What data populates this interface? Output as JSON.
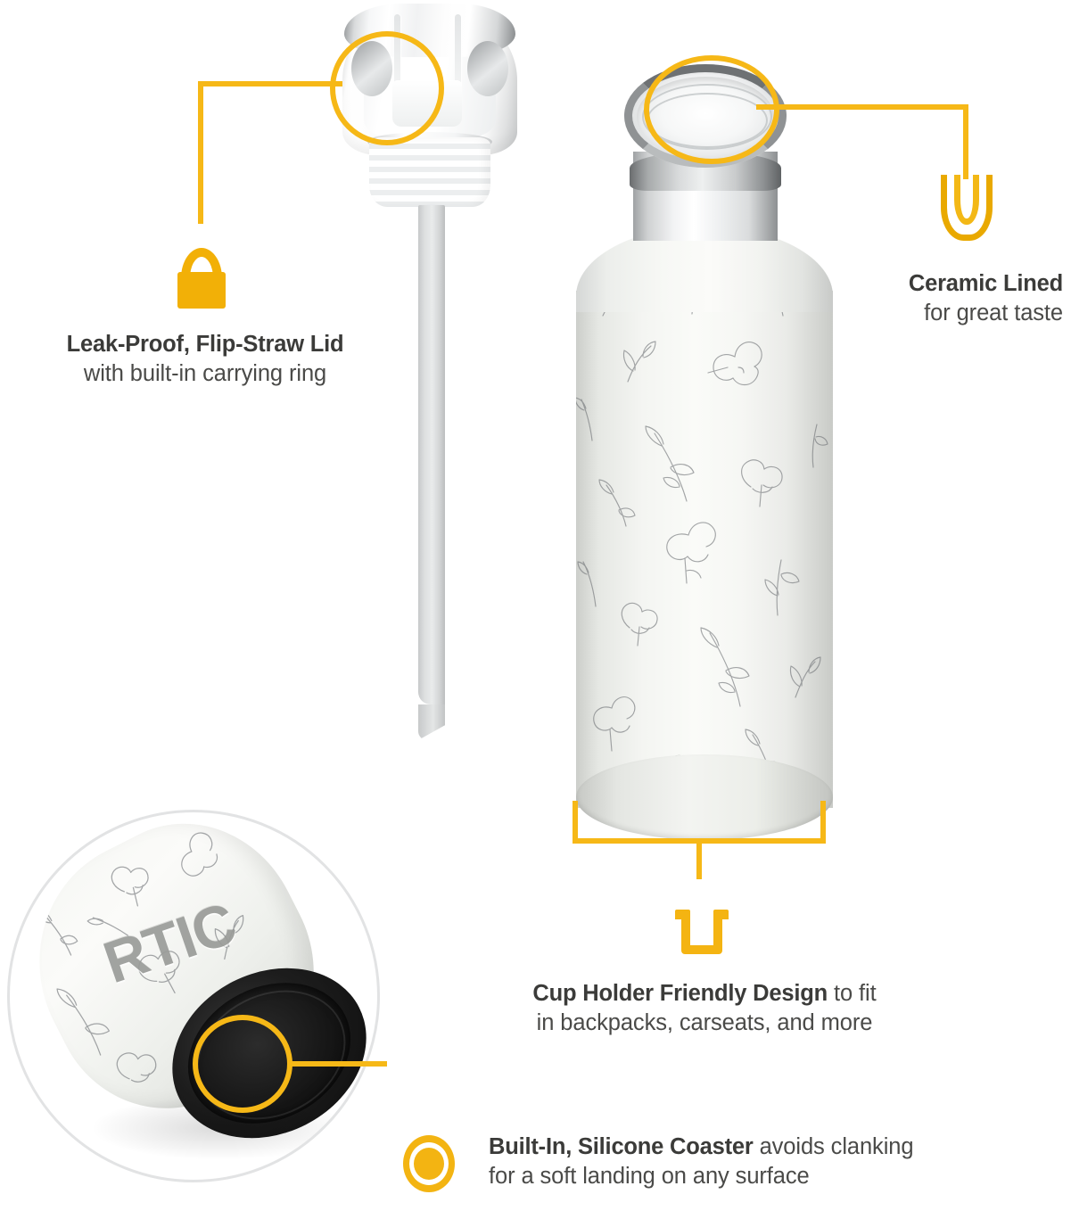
{
  "product": {
    "brand": "RTIC",
    "description": "Insulated water bottle with flip-straw lid, floral pattern, shown in exploded product infographic",
    "accent_color": "#F4B412",
    "text_color": "#3B3B39",
    "background_color": "#FFFFFF"
  },
  "features": [
    {
      "id": "leak-proof-lid",
      "icon": "lock-icon",
      "headline": "Leak-Proof, Flip-Straw Lid",
      "subline": "with built-in carrying ring",
      "align": "center"
    },
    {
      "id": "ceramic-lined",
      "icon": "ceramic-u-icon",
      "headline": "Ceramic Lined",
      "subline": "for great taste",
      "align": "right"
    },
    {
      "id": "cup-holder-friendly",
      "icon": "cup-holder-icon",
      "headline": "Cup Holder Friendly Design",
      "headline_tail": " to fit",
      "subline": "in backpacks, carseats, and more",
      "align": "center"
    },
    {
      "id": "silicone-coaster",
      "icon": "coaster-ring-icon",
      "headline": "Built-In, Silicone Coaster",
      "headline_tail": " avoids clanking",
      "subline": "for a soft landing on any surface",
      "align": "left"
    }
  ]
}
